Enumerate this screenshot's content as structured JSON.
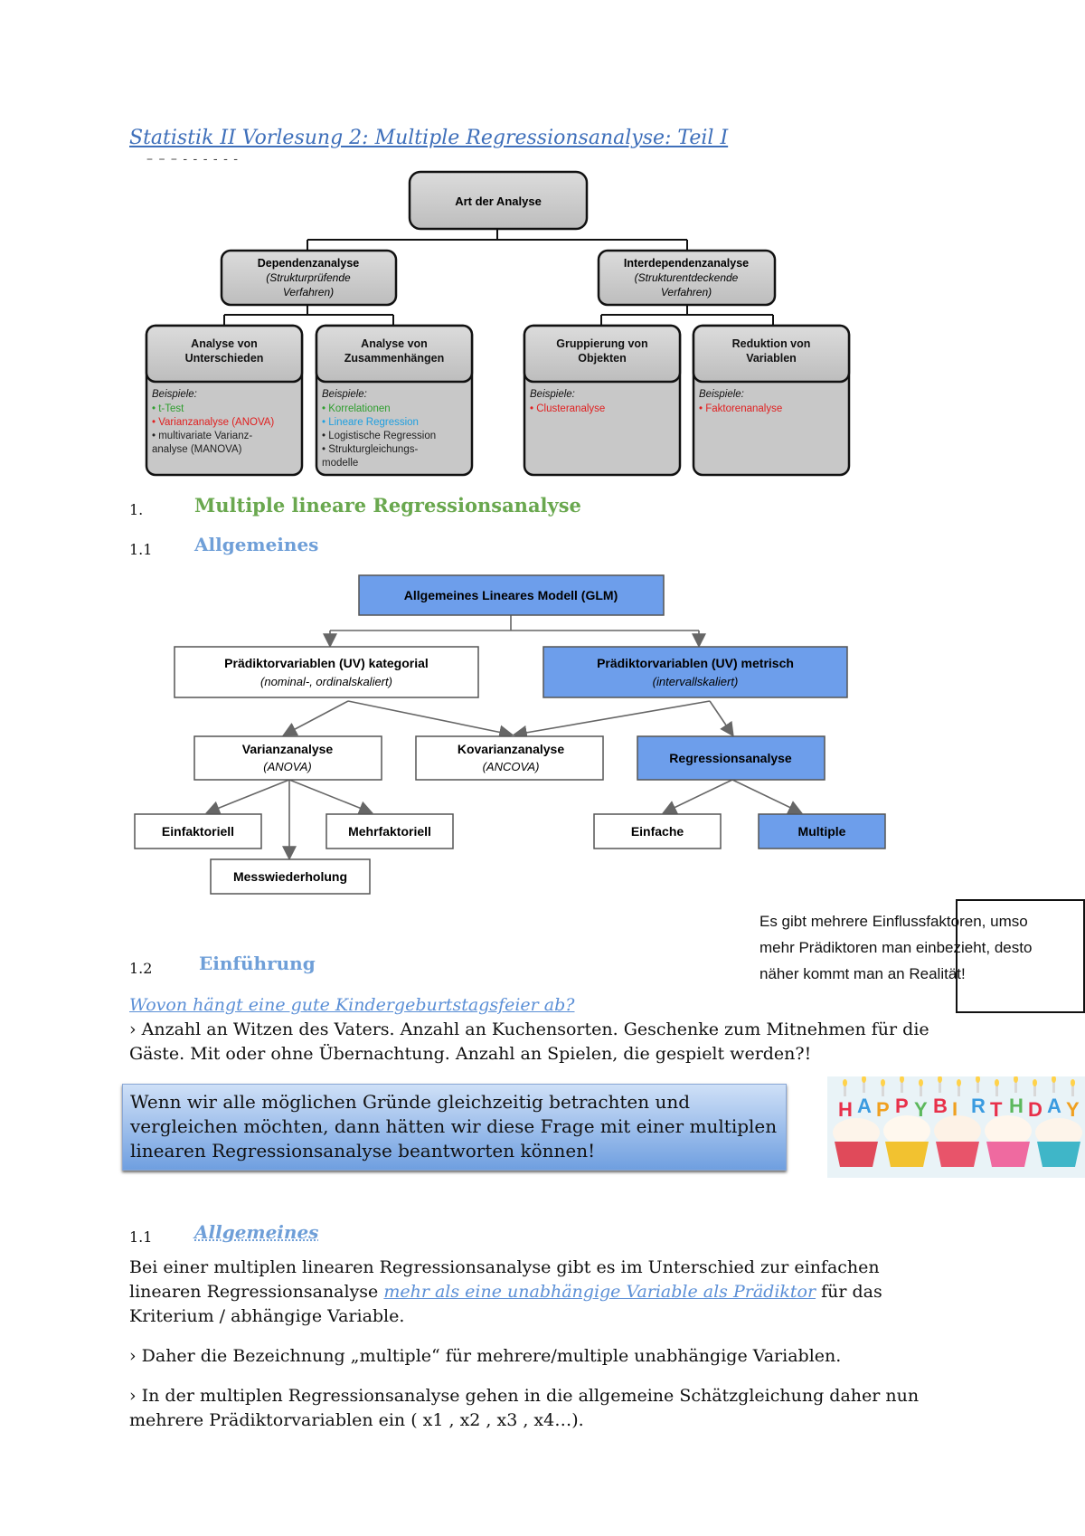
{
  "document": {
    "title": "Statistik II Vorlesung 2: Multiple Regressionsanalyse: Teil I",
    "dashes": "– – – - - - - - -"
  },
  "diagram1": {
    "root": "Art der Analyse",
    "dependenz": {
      "title": "Dependenzanalyse",
      "sub1": "(Strukturprüfende",
      "sub2": "Verfahren)"
    },
    "interdependenz": {
      "title": "Interdependenzanalyse",
      "sub1": "(Strukturentdeckende",
      "sub2": "Verfahren)"
    },
    "leaves": [
      {
        "title1": "Analyse von",
        "title2": "Unterschieden",
        "beispiele": "Beispiele:",
        "items": [
          "• t-Test",
          "• Varianzanalyse (ANOVA)",
          "• multivariate Varianz-",
          "  analyse (MANOVA)"
        ]
      },
      {
        "title1": "Analyse von",
        "title2": "Zusammenhängen",
        "beispiele": "Beispiele:",
        "items": [
          "• Korrelationen",
          "• Lineare Regression",
          "• Logistische Regression",
          "• Strukturgleichungs-",
          "  modelle"
        ]
      },
      {
        "title1": "Gruppierung von",
        "title2": "Objekten",
        "beispiele": "Beispiele:",
        "items": [
          "• Clusteranalyse"
        ]
      },
      {
        "title1": "Reduktion von",
        "title2": "Variablen",
        "beispiele": "Beispiele:",
        "items": [
          "• Faktorenanalyse"
        ]
      }
    ],
    "colors": {
      "green": "#2e9e2e",
      "red": "#e02020",
      "blue": "#1e9fe0",
      "black": "#222222"
    }
  },
  "section1": {
    "num": "1.",
    "title": "Multiple lineare Regressionsanalyse"
  },
  "section11": {
    "num": "1.1",
    "title": "Allgemeines"
  },
  "diagram2": {
    "glm": "Allgemeines Lineares Modell (GLM)",
    "kategorial": {
      "title": "Prädiktorvariablen (UV) kategorial",
      "sub": "(nominal-, ordinalskaliert)"
    },
    "metrisch": {
      "title": "Prädiktorvariablen (UV) metrisch",
      "sub": "(intervallskaliert)"
    },
    "varianz": {
      "title": "Varianzanalyse",
      "sub": "(ANOVA)"
    },
    "kovarianz": {
      "title": "Kovarianzanalyse",
      "sub": "(ANCOVA)"
    },
    "regression": "Regressionsanalyse",
    "einfaktoriell": "Einfaktoriell",
    "mehrfaktoriell": "Mehrfaktoriell",
    "messwiederholung": "Messwiederholung",
    "einfache": "Einfache",
    "multiple": "Multiple",
    "highlight_color": "#6d9eeb"
  },
  "note": {
    "text": "Es gibt mehrere Einflussfaktoren, umso mehr Prädiktoren man einbezieht, desto näher kommt man an Realität!"
  },
  "section12": {
    "num": "1.2",
    "title": "Einführung"
  },
  "intro": {
    "question": "Wovon hängt eine gute Kindergeburtstagsfeier ab?",
    "answer": "› Anzahl an Witzen des Vaters. Anzahl an Kuchensorten. Geschenke zum Mitnehmen für die Gäste. Mit oder ohne Übernachtung. Anzahl an Spielen, die gespielt werden?!"
  },
  "callout": {
    "text": "Wenn wir alle möglichen Gründe gleichzeitig betrachten und vergleichen möchten, dann hätten wir diese Frage mit einer multiplen linearen Regressionsanalyse beantworten können!"
  },
  "image": {
    "letters": [
      "H",
      "A",
      "P",
      "P",
      "Y",
      "B",
      "I",
      "R",
      "T",
      "H",
      "D",
      "A",
      "Y"
    ]
  },
  "section11b": {
    "num": "1.1",
    "title": "Allgemeines "
  },
  "body": {
    "p1_before": "Bei einer multiplen linearen Regressionsanalyse gibt es im Unterschied zur einfachen linearen Regressionsanalyse ",
    "p1_link": "mehr als eine unabhängige Variable als Prädiktor",
    "p1_after": " für das Kriterium / abhängige Variable.",
    "p2": "› Daher die Bezeichnung „multiple“ für mehrere/multiple unabhängige Variablen.",
    "p3": "› In der multiplen Regressionsanalyse gehen in die allgemeine Schätzgleichung daher nun mehrere Prädiktorvariablen ein ( x1 , x2 , x3 , x4…)."
  }
}
